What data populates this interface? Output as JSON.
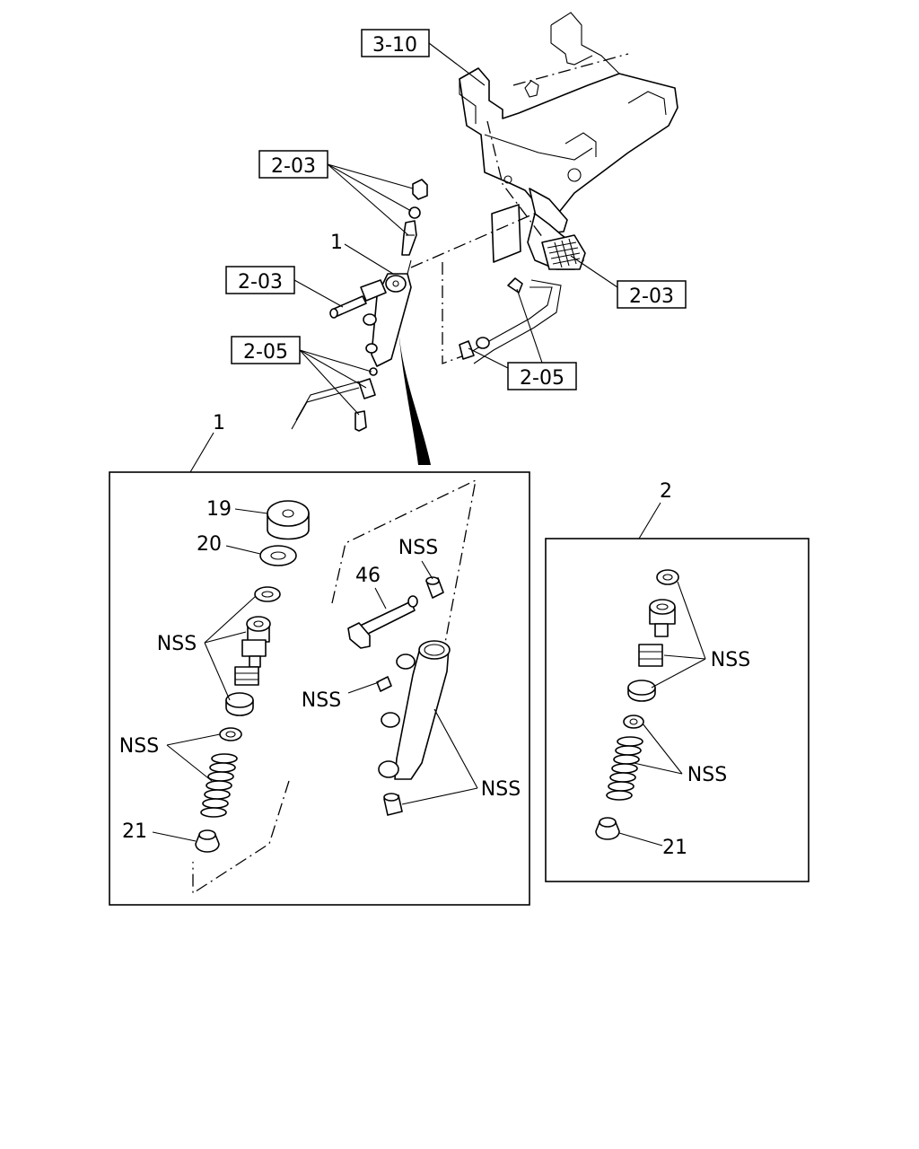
{
  "refs": {
    "r_3_10": "3-10",
    "r_2_03_a": "2-03",
    "r_2_03_b": "2-03",
    "r_2_03_c": "2-03",
    "r_2_05_a": "2-05",
    "r_2_05_b": "2-05"
  },
  "callouts": {
    "part_1_top": "1",
    "box1_label": "1",
    "box2_label": "2",
    "p19": "19",
    "p20": "20",
    "p21_box1": "21",
    "p21_box2": "21",
    "p46": "46",
    "nss_1": "NSS",
    "nss_2": "NSS",
    "nss_3": "NSS",
    "nss_4": "NSS",
    "nss_5": "NSS",
    "nss_6": "NSS",
    "nss_7": "NSS"
  }
}
